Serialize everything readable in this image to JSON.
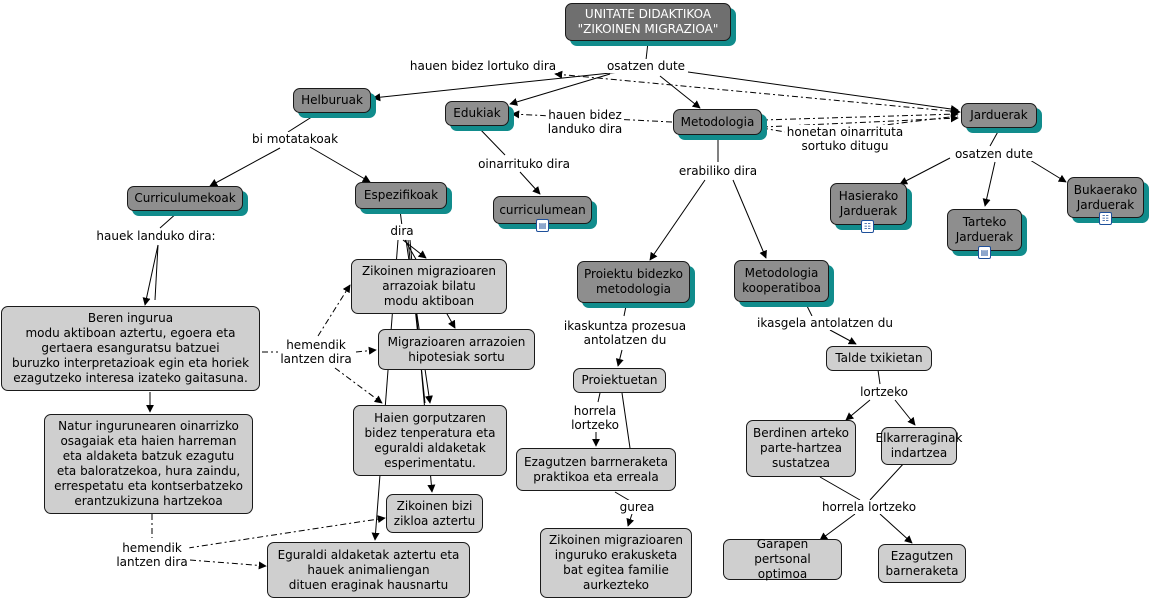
{
  "nodes": {
    "title": "UNITATE DIDAKTIKOA\n\"ZIKOINEN MIGRAZIOA\"",
    "helburuak": "Helburuak",
    "edukiak": "Edukiak",
    "metodologia": "Metodologia",
    "jarduerak": "Jarduerak",
    "curriculumekoak": "Curriculumekoak",
    "espezifikoak": "Espezifikoak",
    "curriculumean": "curriculumean",
    "hasierako": "Hasierako\nJarduerak",
    "tarteko": "Tarteko\nJarduerak",
    "bukaerako": "Bukaerako\nJarduerak",
    "proiektu_bidezko": "Proiektu bidezko\nmetodologia",
    "kooperatiboa": "Metodologia\nkooperatiboa",
    "beren_ingurua": "Beren ingurua\nmodu aktiboan aztertu, egoera eta\ngertaera esanguratsu batzuei\nburuzko interpretazioak egin eta horiek\nezagutzeko interesa izateko gaitasuna.",
    "natur_ingurunea": "Natur ingurunearen oinarrizko\nosagaiak eta haien harreman\neta aldaketa batzuk ezagutu\neta baloratzekoa, hura zaindu,\nerrespetatu eta kontserbatzeko\nerantzukizuna hartzekoa",
    "arrazoiak_bilatu": "Zikoinen migrazioaren\narrazoiak bilatu\nmodu aktiboan",
    "hipotesiak": "Migrazioaren arrazoien\nhipotesiak sortu",
    "gorputzaren": "Haien gorputzaren\nbidez tenperatura eta\neguraldi aldaketak\nesperimentatu.",
    "bizi_zikloa": "Zikoinen bizi\nzikloa aztertu",
    "eguraldi_aldaketak": "Eguraldi aldaketak aztertu eta\nhauek animaliengan\ndituen eraginak hausnartu",
    "proiektuetan": "Proiektuetan",
    "ezagutzen_barneraketa_praktikoa": "Ezagutzen barrneraketa\npraktikoa eta erreala",
    "erakusketa": "Zikoinen migrazioaren\ninguruko erakusketa\nbat egitea familie\naurkezteko",
    "talde_txikietan": "Talde txikietan",
    "berdinen_arteko": "Berdinen arteko\nparte-hartzea\nsustatzea",
    "elkarreraginak": "Elkarreraginak\nindartzea",
    "garapen_pertsonal": "Garapen pertsonal\noptimoa",
    "ezagutzen_barneraketa": "Ezagutzen\nbarneraketa"
  },
  "link_labels": {
    "hauen_bidez_lortuko": "hauen bidez lortuko dira",
    "osatzen_dute_top": "osatzen dute",
    "hauen_bidez_landuko": "hauen bidez\nlanduko dira",
    "honetan_oinarrituta": "honetan oinarrituta\nsortuko ditugu",
    "bi_motatakoak": "bi motatakoak",
    "oinarrituko_dira": "oinarrituko dira",
    "erabiliko_dira": "erabiliko dira",
    "osatzen_dute_right": "osatzen dute",
    "hauek_landuko": "hauek landuko dira:",
    "dira": "dira",
    "hemendik_1": "hemendik\nlantzen dira",
    "hemendik_2": "hemendik\nlantzen dira",
    "ikaskuntza": "ikaskuntza prozesua\nantolatzen du",
    "ikasgela": "ikasgela antolatzen du",
    "horrela_lortzeko_1": "horrela\nlortzeko",
    "gurea": "gurea",
    "lortzeko": "lortzeko",
    "horrela_lortzeko_2": "horrela lortzeko"
  },
  "resource_icons": [
    "document-icon",
    "concept-map-icon"
  ],
  "colors": {
    "dark_node": "#8e8e8e",
    "title_node": "#6f6f6f",
    "light_node": "#cfcfcf",
    "shadow": "#118c8c"
  }
}
